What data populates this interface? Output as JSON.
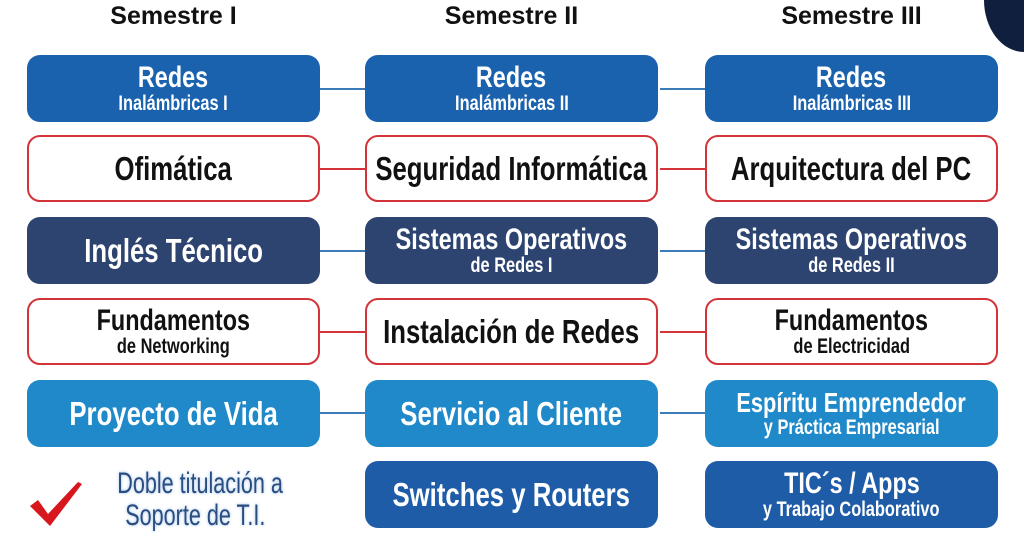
{
  "semesters": [
    {
      "title": "Semestre I",
      "courses": [
        {
          "line1": "Redes",
          "line2": "Inalámbricas I"
        },
        {
          "line1": "Ofimática"
        },
        {
          "line1": "Inglés Técnico"
        },
        {
          "line1": "Fundamentos",
          "line2": "de Networking"
        },
        {
          "line1": "Proyecto de Vida"
        }
      ]
    },
    {
      "title": "Semestre II",
      "courses": [
        {
          "line1": "Redes",
          "line2": "Inalámbricas II"
        },
        {
          "line1": "Seguridad Informática"
        },
        {
          "line1": "Sistemas Operativos",
          "line2": "de Redes I"
        },
        {
          "line1": "Instalación de Redes"
        },
        {
          "line1": "Servicio al Cliente"
        },
        {
          "line1": "Switches y Routers"
        }
      ]
    },
    {
      "title": "Semestre III",
      "courses": [
        {
          "line1": "Redes",
          "line2": "Inalámbricas III"
        },
        {
          "line1": "Arquitectura del PC"
        },
        {
          "line1": "Sistemas Operativos",
          "line2": "de Redes II"
        },
        {
          "line1": "Fundamentos",
          "line2": "de Electricidad"
        },
        {
          "line1": "Espíritu Emprendedor",
          "line2": "y Práctica Empresarial"
        },
        {
          "line1": "TIC´s / Apps",
          "line2": "y Trabajo Colaborativo"
        }
      ]
    }
  ],
  "note": {
    "line1": "Doble titulación a",
    "line2": "Soporte de T.I.",
    "icon": "checkmark-icon"
  },
  "colors": {
    "blue": "#1a62ae",
    "navy": "#2d4470",
    "light_blue": "#1f89c9",
    "red": "#d2343a"
  }
}
